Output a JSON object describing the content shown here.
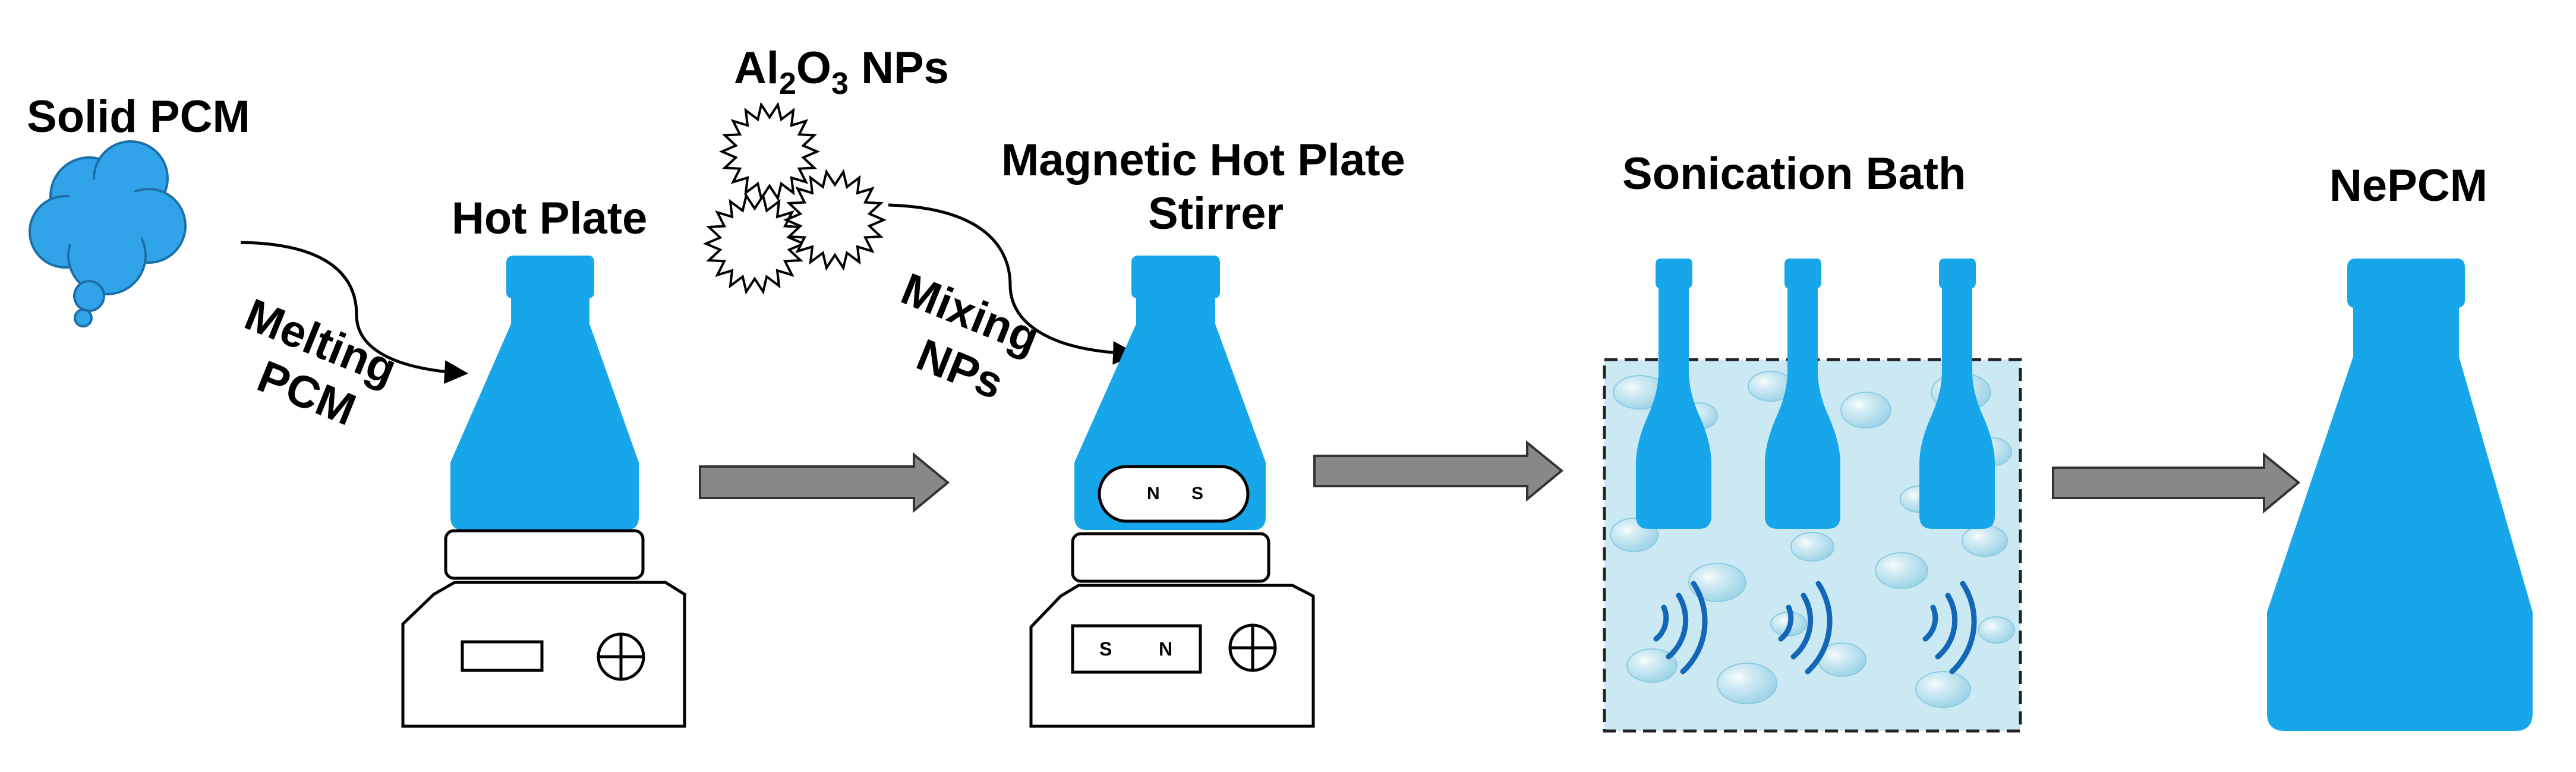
{
  "colors": {
    "flask": "#16A6E9",
    "cloud": "#31A3E8",
    "arrow_fill": "#888888",
    "bath_fill": "#CBE9F2",
    "wave": "#1467B8",
    "outline": "#000000"
  },
  "labels": {
    "solid_pcm": "Solid PCM",
    "hot_plate": "Hot Plate",
    "melting_line1": "Melting",
    "melting_line2": "PCM",
    "np_prefix": "Al",
    "np_sub1": "2",
    "np_mid": "O",
    "np_sub2": "3",
    "np_suffix": " NPs",
    "mixing_line1": "Mixing",
    "mixing_line2": "NPs",
    "stirrer_line1": "Magnetic Hot Plate",
    "stirrer_line2": "Stirrer",
    "sonication": "Sonication Bath",
    "nepcm": "NePCM"
  },
  "magnets": {
    "flask_bar_n": "N",
    "flask_bar_s": "S",
    "base_s": "S",
    "base_n": "N"
  },
  "icons": {
    "control_knob": "crosshair-circle-icon",
    "nanoparticle": "starburst-icon",
    "ultrasound": "sound-wave-icon"
  }
}
